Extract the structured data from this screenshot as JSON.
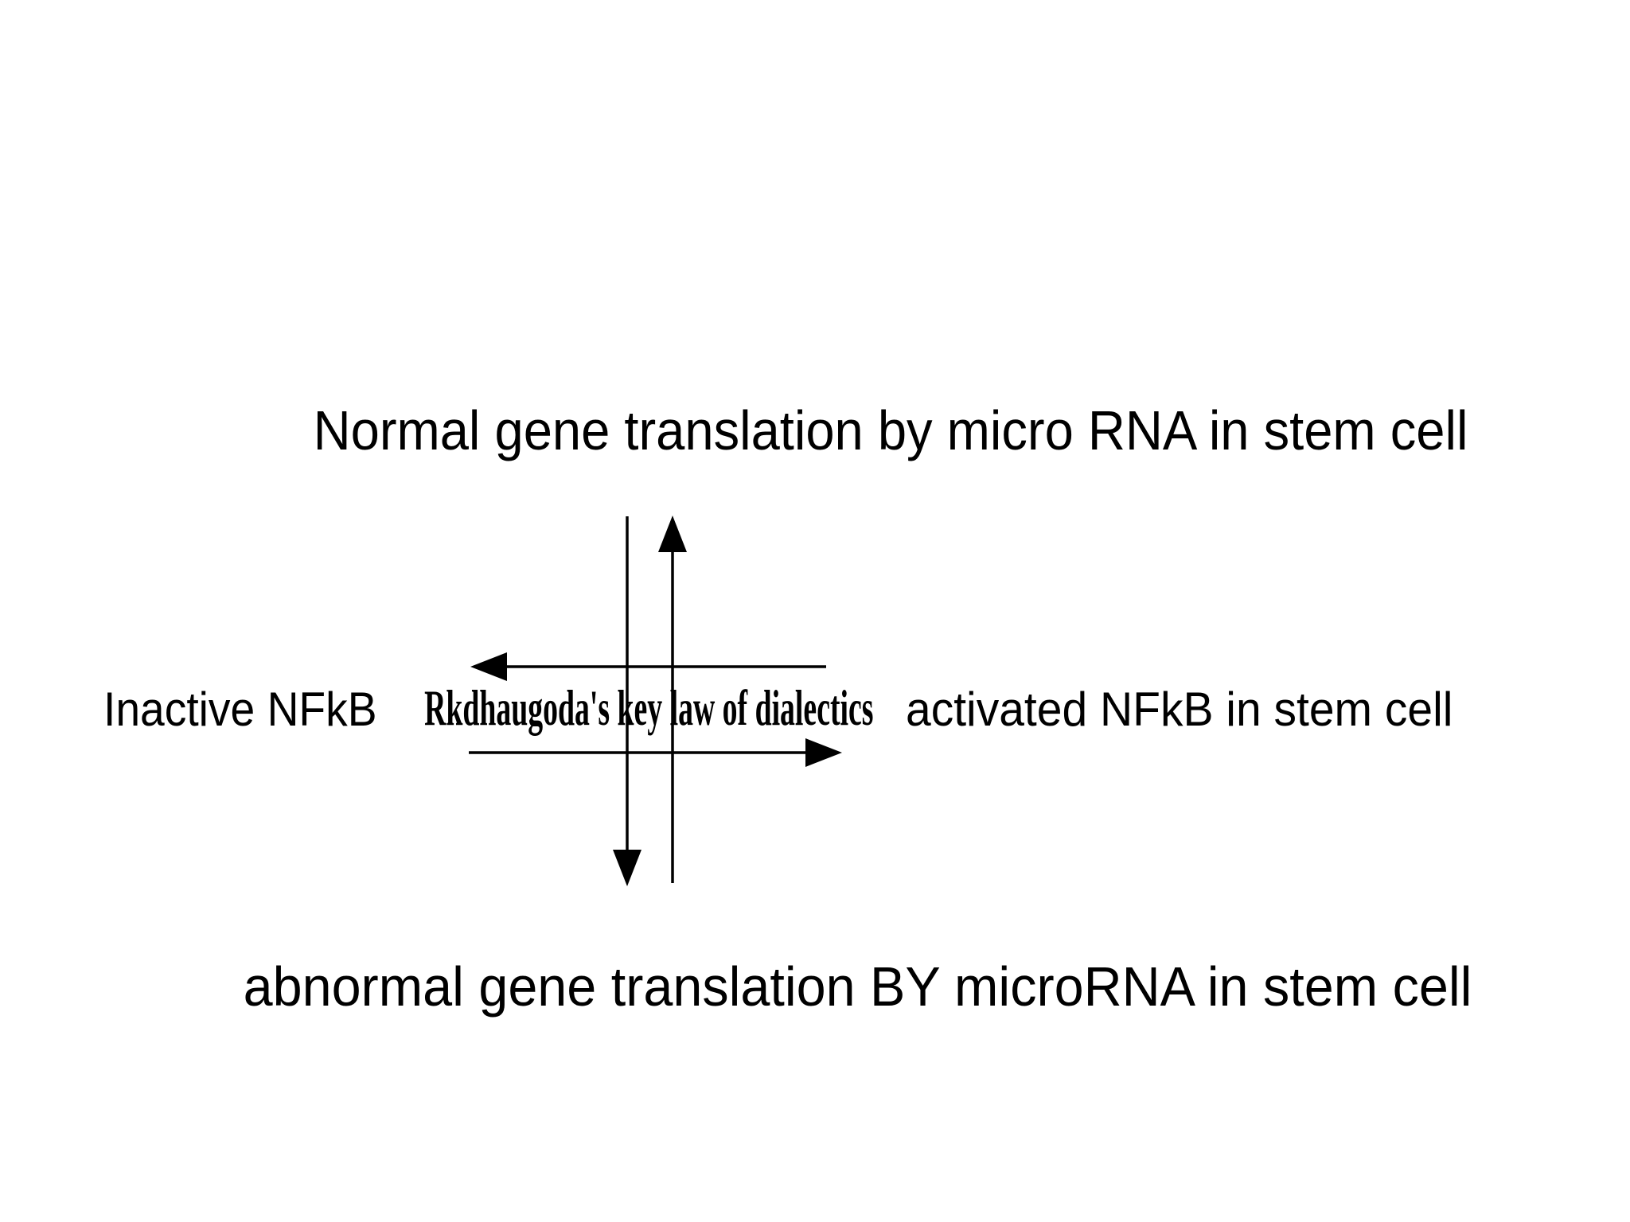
{
  "slide": {
    "background_color": "#ffffff",
    "ink_color": "#000000",
    "title": "Normal gene translation by micro RNA in stem cell",
    "labels": {
      "left": "Inactive NFkB",
      "center": "Rkdhaugoda's key law of dialectics",
      "right": "activated NFkB in stem cell",
      "bottom": "abnormal gene translation BY microRNA in stem cell"
    },
    "arrows": [
      {
        "name": "vertical-up-arrow",
        "direction": "up"
      },
      {
        "name": "vertical-down-arrow",
        "direction": "down"
      },
      {
        "name": "horizontal-left-arrow",
        "direction": "left"
      },
      {
        "name": "horizontal-right-arrow",
        "direction": "right"
      }
    ]
  }
}
